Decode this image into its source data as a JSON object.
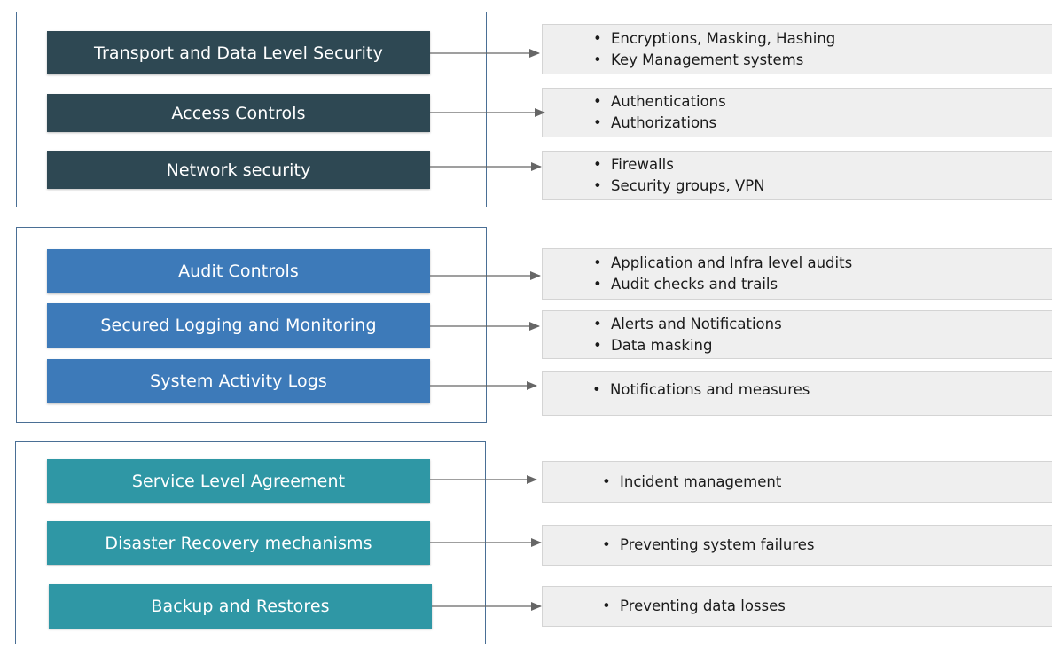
{
  "colors": {
    "frame": "#4a6f95",
    "security_group": "#2e4853",
    "audit_group": "#3d7ab9",
    "availability_group": "#2f97a5",
    "detail_background": "#efefef",
    "arrow": "#666666"
  },
  "groups": [
    {
      "rows": [
        {
          "label": "Transport and Data Level Security",
          "details": [
            "Encryptions, Masking, Hashing",
            "Key Management systems"
          ]
        },
        {
          "label": "Access Controls",
          "details": [
            "Authentications",
            "Authorizations"
          ]
        },
        {
          "label": "Network security",
          "details": [
            "Firewalls",
            "Security groups, VPN"
          ]
        }
      ]
    },
    {
      "rows": [
        {
          "label": "Audit Controls",
          "details": [
            "Application and Infra level audits",
            "Audit checks and trails"
          ]
        },
        {
          "label": "Secured Logging and Monitoring",
          "details": [
            "Alerts and Notifications",
            "Data masking"
          ]
        },
        {
          "label": "System Activity Logs",
          "details": [
            "Notifications and measures"
          ]
        }
      ]
    },
    {
      "rows": [
        {
          "label": "Service Level Agreement",
          "details": [
            "Incident management"
          ]
        },
        {
          "label": "Disaster Recovery mechanisms",
          "details": [
            "Preventing system failures"
          ]
        },
        {
          "label": "Backup and Restores",
          "details": [
            "Preventing data losses"
          ]
        }
      ]
    }
  ],
  "bullet_symbol": "•"
}
